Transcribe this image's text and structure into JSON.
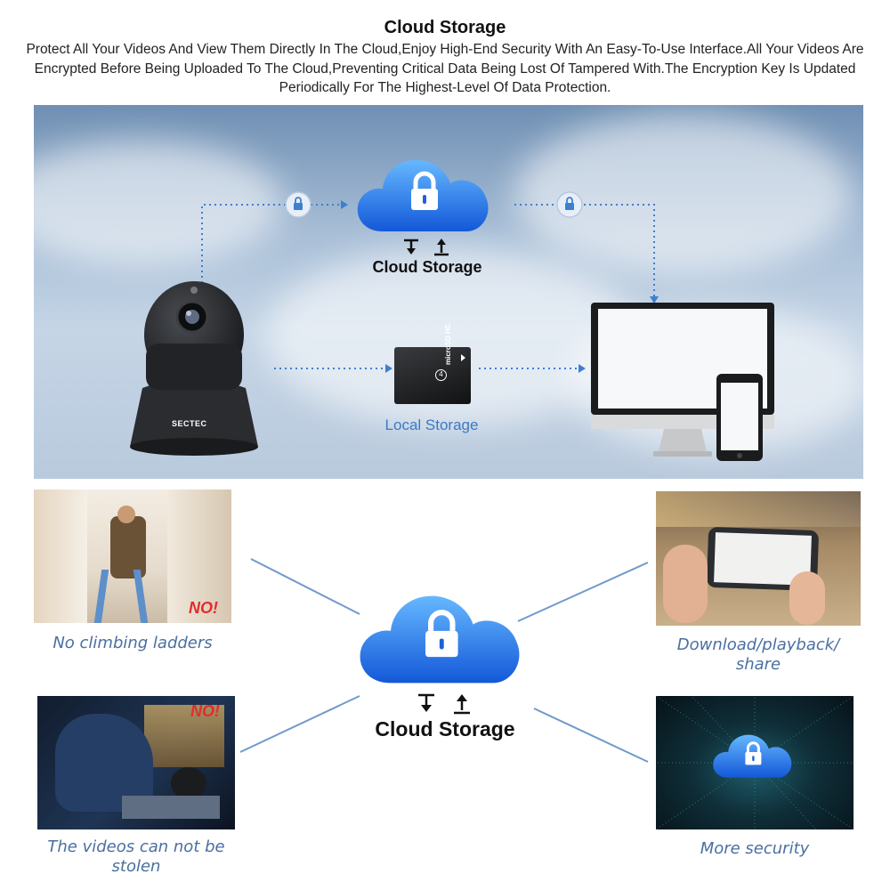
{
  "header": {
    "title": "Cloud Storage",
    "description": "Protect All Your Videos And View Them Directly In The Cloud,Enjoy High-End Security With An Easy-To-Use Interface.All Your Videos Are Encrypted Before Being Uploaded  To The Cloud,Preventing Critical  Data  Being  Lost Of Tampered With.The Encryption Key Is Updated Periodically For The Highest-Level Of Data Protection."
  },
  "diagram": {
    "cloud_label": "Cloud Storage",
    "local_label": "Local Storage",
    "camera_brand": "SECTEC",
    "sd_card_text": "microSD HC",
    "sd_card_class": "4"
  },
  "center": {
    "cloud_label": "Cloud Storage"
  },
  "features": {
    "top_left": {
      "caption": "No climbing ladders",
      "badge": "NO!"
    },
    "bottom_left": {
      "caption": "The videos can not be stolen",
      "badge": "NO!"
    },
    "top_right": {
      "caption": "Download/playback/ share"
    },
    "bottom_right": {
      "caption": "More security"
    }
  },
  "colors": {
    "cloud_blue": "#1f7fe8",
    "caption_blue": "#4a6fa1",
    "badge_red": "#e22d2d",
    "dotted_line_blue": "#3d7fd0"
  }
}
